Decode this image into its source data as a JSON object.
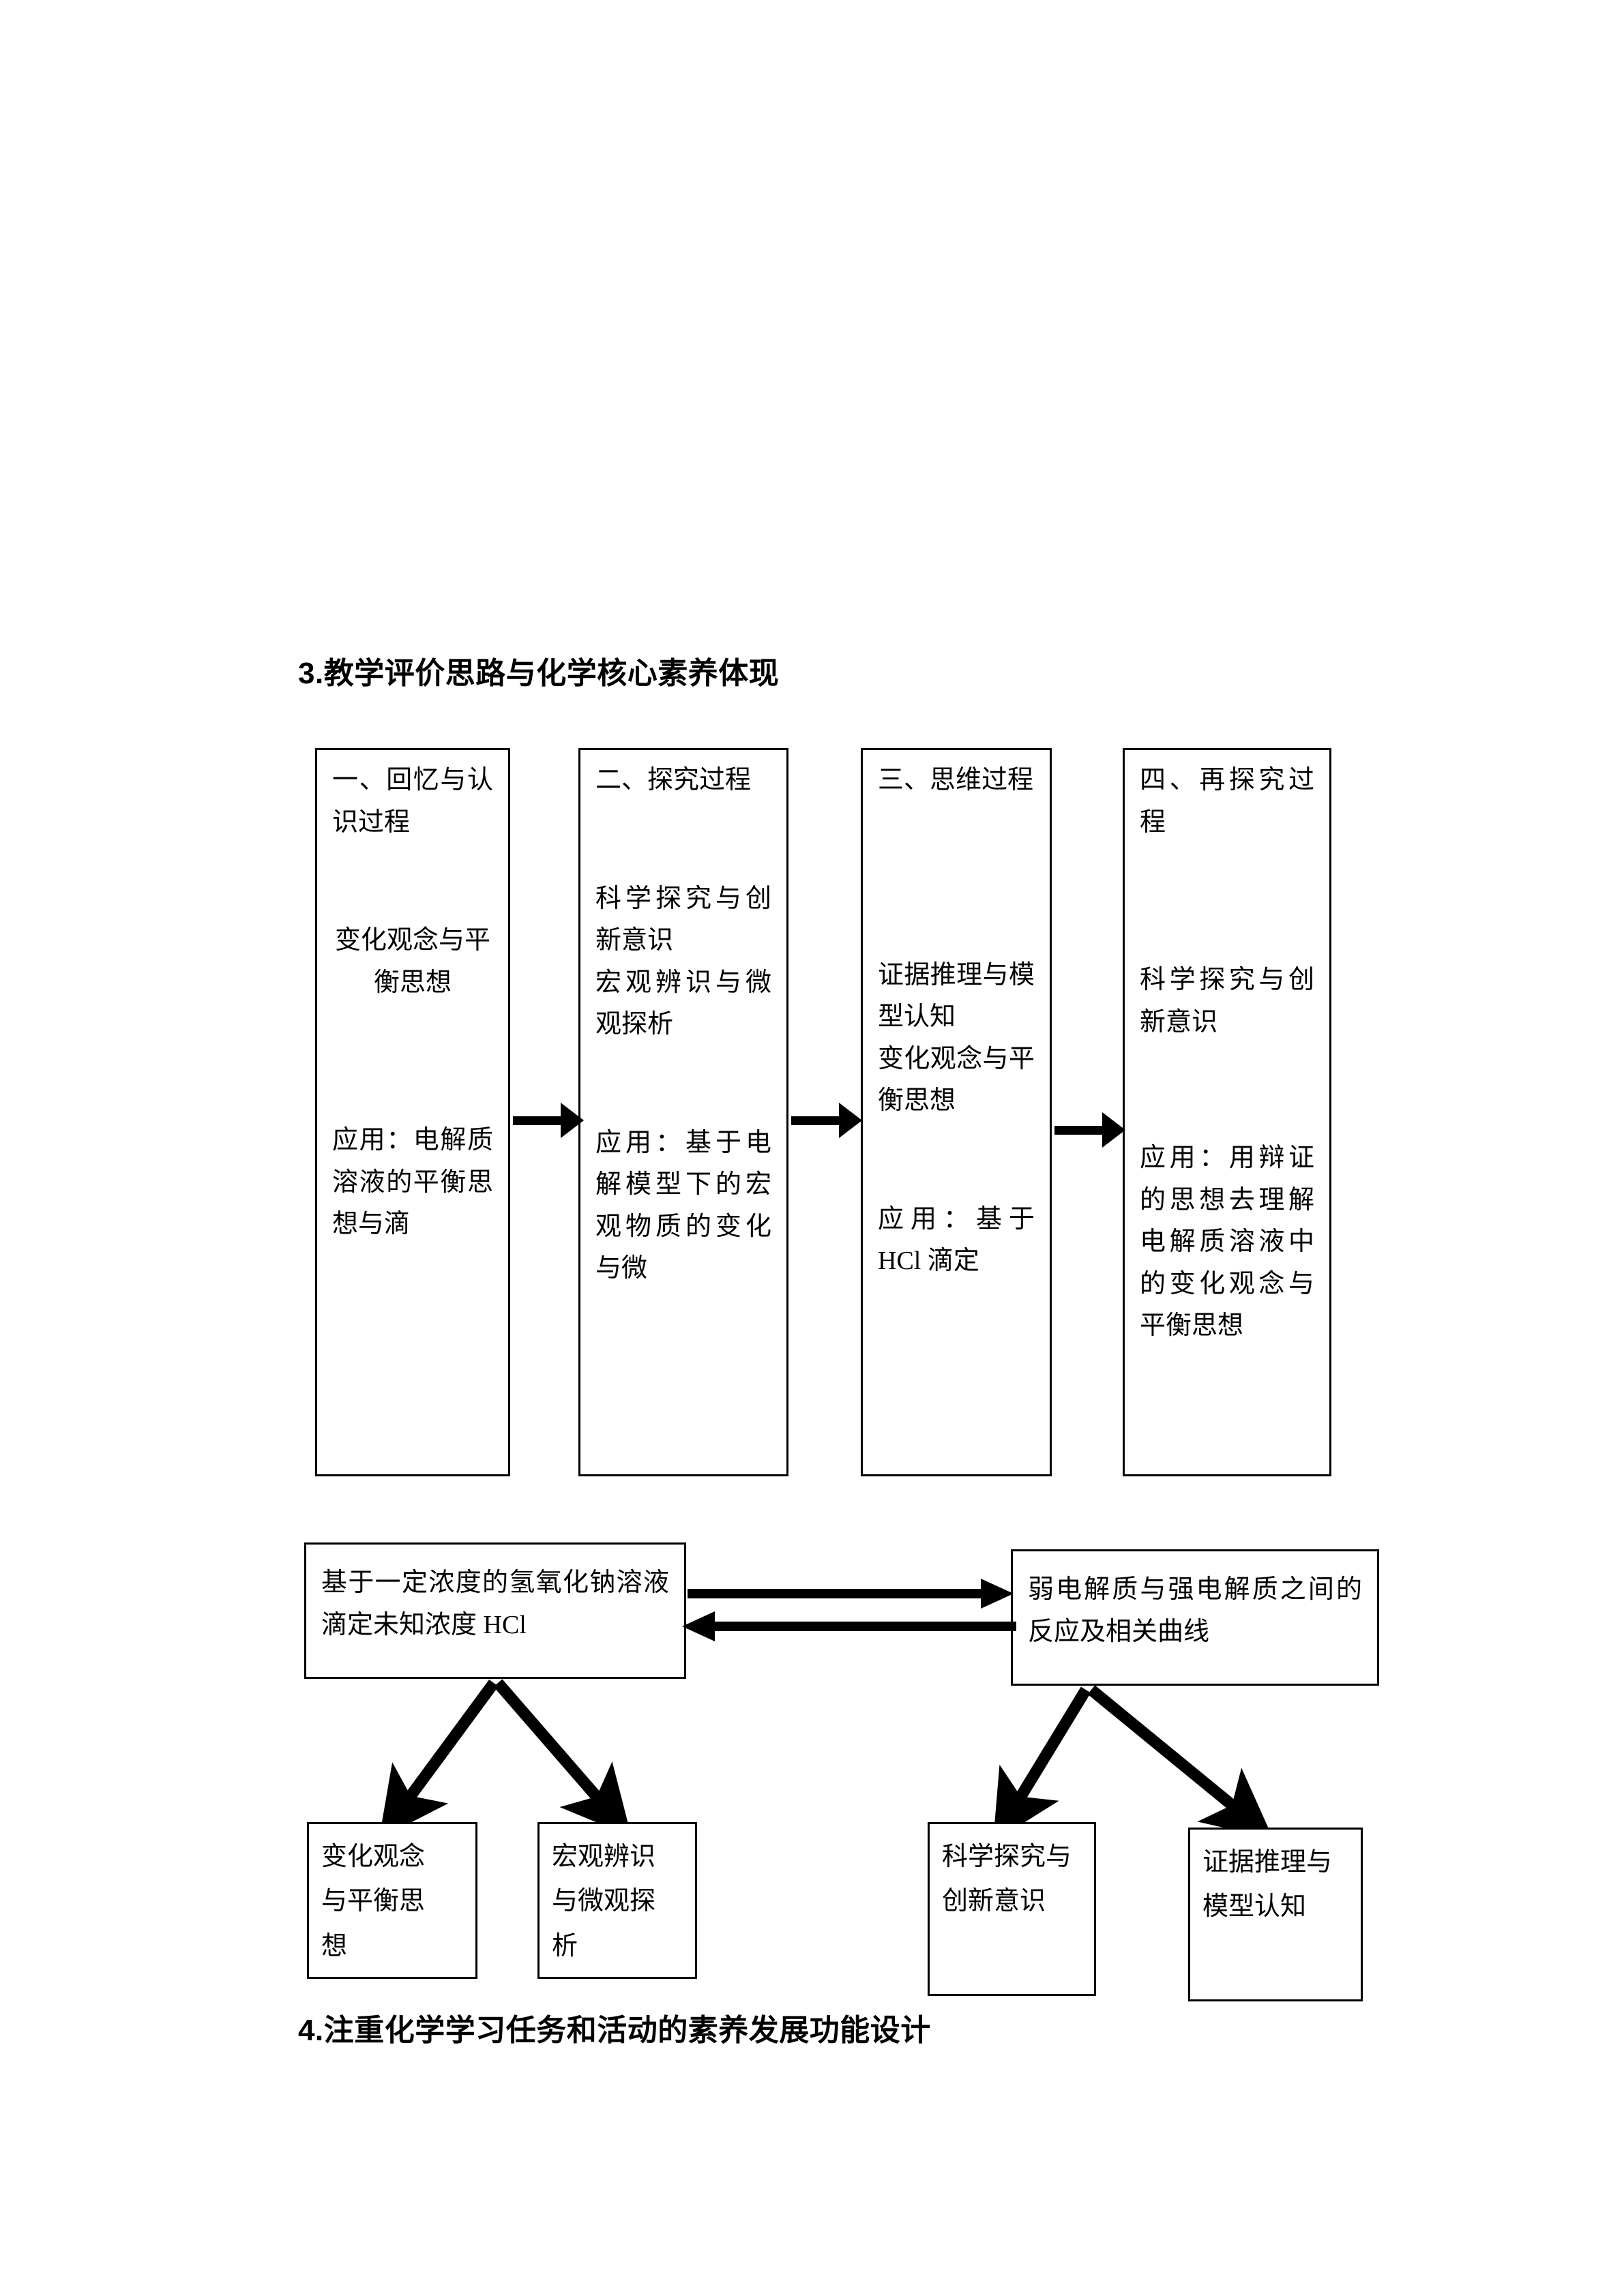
{
  "document": {
    "headings": {
      "section_3": "3.教学评价思路与化学核心素养体现",
      "section_4": "4.注重化学学习任务和活动的素养发展功能设计"
    }
  },
  "stage_flow": {
    "boxes": [
      {
        "id": "stage-1",
        "title": "一、回忆与认识过程",
        "literacies": [
          "变化观念与平衡思想"
        ],
        "application": "应用：电解质溶液的平衡思想与滴"
      },
      {
        "id": "stage-2",
        "title": "二、探究过程",
        "literacies": [
          "科学探究与创新意识",
          "宏观辨识与微观探析"
        ],
        "application": "应用：基于电解模型下的宏观物质的变化与微"
      },
      {
        "id": "stage-3",
        "title": "三、思维过程",
        "literacies": [
          "证据推理与模型认知",
          "变化观念与平衡思想"
        ],
        "application": "应用：基于 HCl 滴定"
      },
      {
        "id": "stage-4",
        "title": "四、再探究过程",
        "literacies": [
          "科学探究与创新意识"
        ],
        "application": "应用：用辩证的思想去理解电解质溶液中的变化观念与平衡思想"
      }
    ],
    "connectors": [
      {
        "id": "arrow-1-2",
        "from": "stage-1",
        "to": "stage-2",
        "direction": "right"
      },
      {
        "id": "arrow-2-3",
        "from": "stage-2",
        "to": "stage-3",
        "direction": "right"
      },
      {
        "id": "arrow-3-4",
        "from": "stage-3",
        "to": "stage-4",
        "direction": "right"
      }
    ]
  },
  "concept_map": {
    "task_box": "基于一定浓度的氢氧化钠溶液滴定未知浓度 HCl",
    "concept_box": "弱电解质与强电解质之间的反应及相关曲线",
    "bidirectional_link": {
      "forward_direction": "right",
      "reverse_direction": "left"
    },
    "leaves": [
      {
        "id": "leaf-1",
        "lines": [
          "变化观念",
          "与平衡思",
          "想"
        ],
        "parent": "task_box"
      },
      {
        "id": "leaf-2",
        "lines": [
          "宏观辨识",
          "与微观探",
          "析"
        ],
        "parent": "task_box"
      },
      {
        "id": "leaf-3",
        "lines": [
          "科学探究与",
          "创新意识"
        ],
        "parent": "concept_box"
      },
      {
        "id": "leaf-4",
        "lines": [
          "证据推理与",
          "模型认知"
        ],
        "parent": "concept_box"
      }
    ]
  },
  "colors": {
    "ink": "#000000",
    "paper": "#ffffff"
  }
}
